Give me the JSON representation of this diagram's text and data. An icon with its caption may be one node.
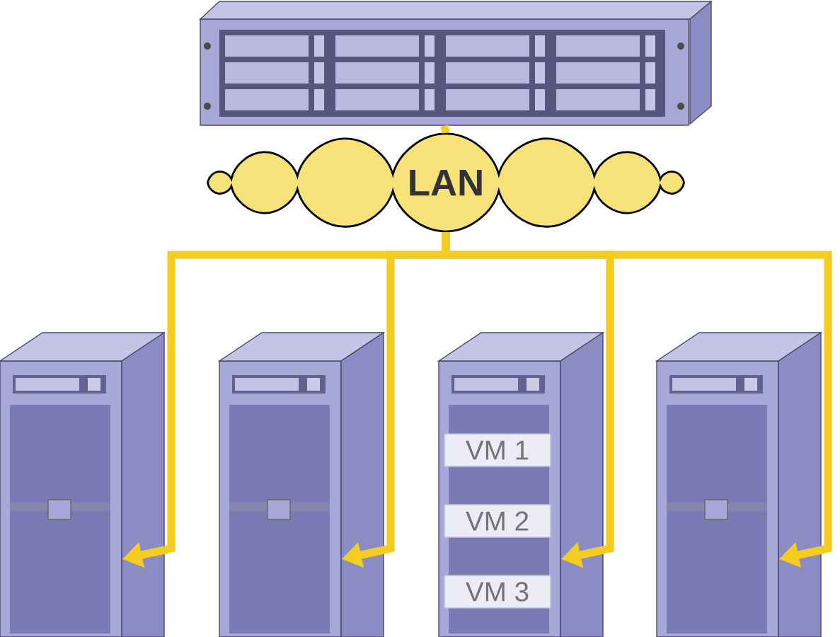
{
  "diagram": {
    "nodes": [
      {
        "text": [],
        "shape": "picture"
      },
      {
        "text": [
          "LAN"
        ]
      },
      {
        "text": [],
        "shape": "picture"
      },
      {
        "text": [],
        "shape": "picture"
      },
      {
        "text": [],
        "shape": "picture"
      },
      {
        "text": [],
        "shape": "picture"
      },
      {
        "text": [
          "VM 1"
        ],
        "in": 4
      },
      {
        "text": [
          "VM 2"
        ],
        "in": 4
      },
      {
        "text": [
          "VM 3"
        ],
        "in": 4
      }
    ],
    "edges": [
      {
        "from": 0,
        "to": 1,
        "arrow": "none"
      },
      {
        "from": 1,
        "to": 2,
        "arrow": "to"
      },
      {
        "from": 1,
        "to": 3,
        "arrow": "to"
      },
      {
        "from": 1,
        "to": 4,
        "arrow": "to"
      },
      {
        "from": 1,
        "to": 5,
        "arrow": "to"
      }
    ]
  }
}
